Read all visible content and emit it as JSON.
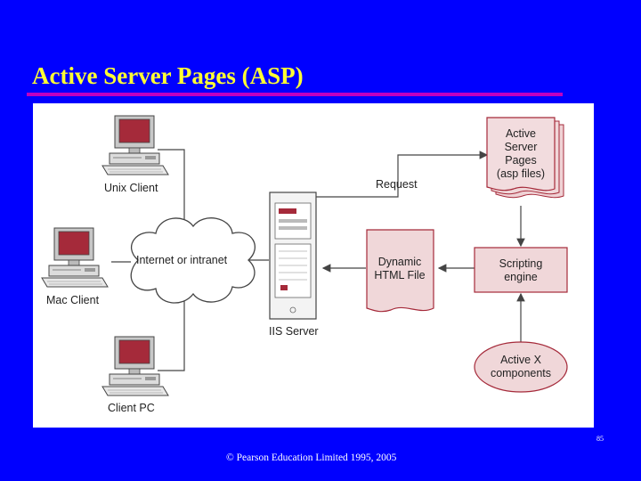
{
  "slide": {
    "title": "Active Server Pages (ASP)",
    "footer": "© Pearson Education Limited 1995, 2005",
    "page_number": "85"
  },
  "diagram": {
    "clients": {
      "unix": "Unix Client",
      "mac": "Mac Client",
      "pc": "Client PC"
    },
    "network": "Internet or intranet",
    "server": "IIS Server",
    "request_label": "Request",
    "asp_files": [
      "Active",
      "Server",
      "Pages",
      "(asp files)"
    ],
    "dynamic_file": [
      "Dynamic",
      "HTML File"
    ],
    "scripting_engine": [
      "Scripting",
      "engine"
    ],
    "activex": [
      "Active X",
      "components"
    ]
  },
  "colors": {
    "background": "#0000ff",
    "title": "#ffff33",
    "rule": "#c000c0",
    "accent": "#b03a48",
    "accent_light": "#f0d7d9"
  }
}
